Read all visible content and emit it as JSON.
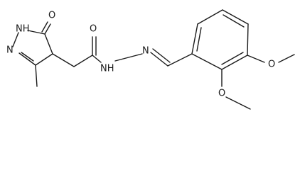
{
  "molecule": {
    "atoms": {
      "nh_ring": "NH",
      "n_ring": "N",
      "o_ring": "O",
      "o_amide": "O",
      "nh_hydrazide": "NH",
      "n_imine": "N",
      "o_methoxy_top": "O",
      "o_methoxy_bottom": "O"
    }
  }
}
